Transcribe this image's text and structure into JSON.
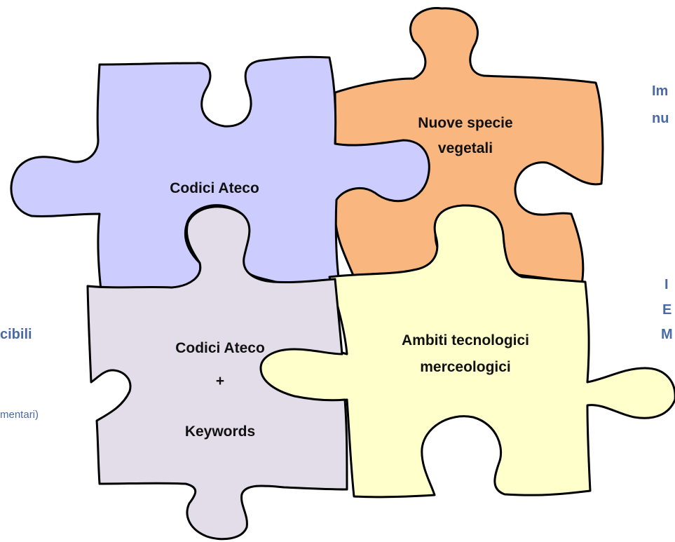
{
  "colors": {
    "purple_piece": "#ccccff",
    "orange_piece": "#f9b77f",
    "yellow_piece": "#ffffcc",
    "gray_piece": "#e2dde9",
    "outline": "#000000",
    "side_text": "#4a6aa5"
  },
  "pieces": {
    "ateco": {
      "label": "Codici Ateco"
    },
    "species": {
      "line1": "Nuove specie",
      "line2": "vegetali"
    },
    "tech": {
      "line1": "Ambiti tecnologici",
      "line2": "merceologici"
    },
    "keywords": {
      "line1": "Codici Ateco",
      "line2": "+",
      "line3": "Keywords"
    }
  },
  "side_texts": {
    "right_top_1": "Im",
    "right_top_2": "nu",
    "right_mid_1": "I",
    "right_mid_2": "E",
    "right_mid_3": "M",
    "left_1": "cibili",
    "left_2": "mentari)"
  }
}
